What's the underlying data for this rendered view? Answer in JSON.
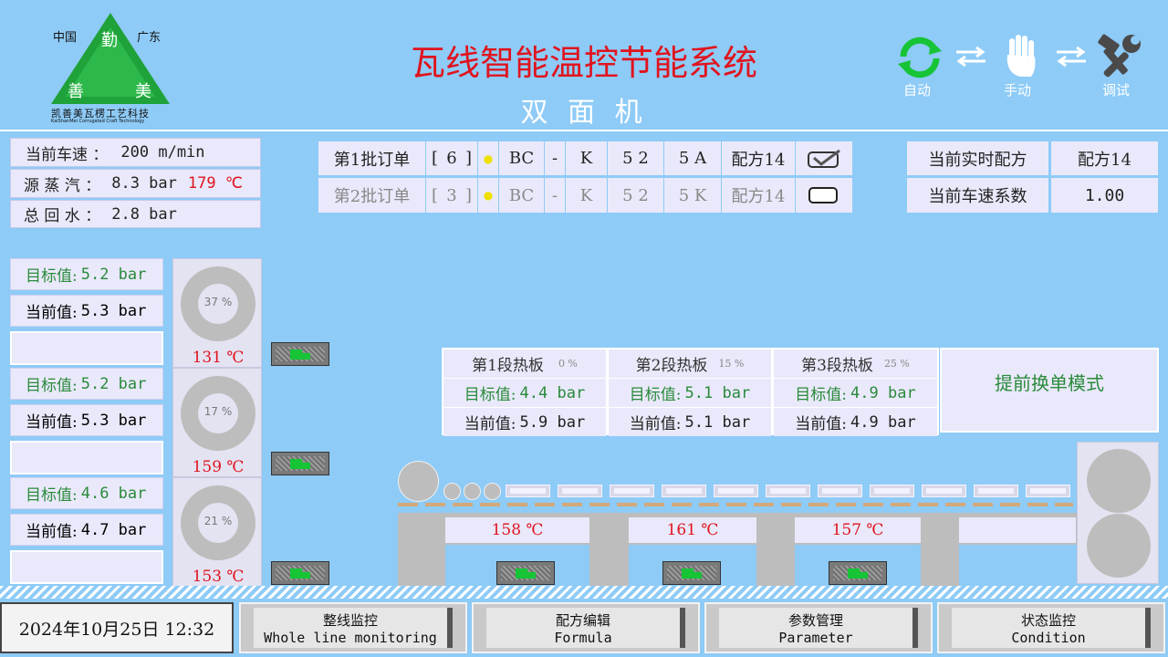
{
  "header": {
    "title": "瓦线智能温控节能系统",
    "subtitle": "双 面 机",
    "logo": {
      "left_text": "中国",
      "right_text": "广东",
      "top_char": "勤",
      "bottom_left": "善",
      "bottom_right": "美",
      "company_cn": "凯善美瓦楞工艺科技",
      "company_en": "KaiShanMei Corrugated Craft Technology"
    },
    "modes": [
      {
        "label": "自动",
        "icon": "refresh-icon"
      },
      {
        "label": "手动",
        "icon": "hand-icon"
      },
      {
        "label": "调试",
        "icon": "tools-icon"
      }
    ]
  },
  "status": {
    "speed_label": "当前车速 ：",
    "speed_value": "200 m/min",
    "steam_label": "源 蒸 汽 ：",
    "steam_value": "8.3 bar",
    "steam_temp": "179 ℃",
    "return_label": "总 回 水 ：",
    "return_value": "2.8 bar"
  },
  "orders": [
    {
      "name": "第1批订单",
      "lb": "[",
      "num": "6",
      "rb": "]",
      "dot": "●",
      "c1": "BC",
      "dash": "-",
      "c2": "K",
      "c3": "5 2",
      "c4": "5 A",
      "recipe": "配方14",
      "checked": true
    },
    {
      "name": "第2批订单",
      "lb": "[",
      "num": "3",
      "rb": "]",
      "dot": "●",
      "c1": "BC",
      "dash": "-",
      "c2": "K",
      "c3": "5 2",
      "c4": "5 K",
      "recipe": "配方14",
      "checked": false
    }
  ],
  "recipe_panel": {
    "current_label": "当前实时配方",
    "current_value": "配方14",
    "coef_label": "当前车速系数",
    "coef_value": "1.00"
  },
  "preheaters": [
    {
      "target": "目标值: 5.2 bar",
      "target_prefix": "目标值:",
      "target_val": "5.2 bar",
      "current_prefix": "当前值:",
      "current_val": "5.3 bar",
      "pct": "37 %",
      "pct_value": 37,
      "temp": "131 ℃"
    },
    {
      "target_prefix": "目标值:",
      "target_val": "5.2 bar",
      "current_prefix": "当前值:",
      "current_val": "5.3 bar",
      "pct": "17 %",
      "pct_value": 17,
      "temp": "159 ℃"
    },
    {
      "target_prefix": "目标值:",
      "target_val": "4.6 bar",
      "current_prefix": "当前值:",
      "current_val": "4.7 bar",
      "pct": "21 %",
      "pct_value": 21,
      "temp": "153 ℃"
    }
  ],
  "hotplates": [
    {
      "name": "第1段热板",
      "pct": "0 %",
      "target_prefix": "目标值:",
      "target_val": "4.4 bar",
      "current_prefix": "当前值:",
      "current_val": "5.9 bar",
      "temp": "158 ℃"
    },
    {
      "name": "第2段热板",
      "pct": "15 %",
      "target_prefix": "目标值:",
      "target_val": "5.1 bar",
      "current_prefix": "当前值:",
      "current_val": "5.1 bar",
      "temp": "161 ℃"
    },
    {
      "name": "第3段热板",
      "pct": "25 %",
      "target_prefix": "目标值:",
      "target_val": "4.9 bar",
      "current_prefix": "当前值:",
      "current_val": "4.9 bar",
      "temp": "157 ℃"
    }
  ],
  "advance_mode": "提前换单模式",
  "footer": {
    "datetime": "2024年10月25日 12:32",
    "nav": [
      {
        "cn": "整线监控",
        "en": "Whole line monitoring"
      },
      {
        "cn": "配方编辑",
        "en": "Formula"
      },
      {
        "cn": "参数管理",
        "en": "Parameter"
      },
      {
        "cn": "状态监控",
        "en": "Condition"
      }
    ]
  },
  "colors": {
    "background": "#8ecbf7",
    "title": "#e0141e",
    "accent_green": "#2a8a3a",
    "temp_red": "#e0141e",
    "auto_icon": "#16c436"
  }
}
